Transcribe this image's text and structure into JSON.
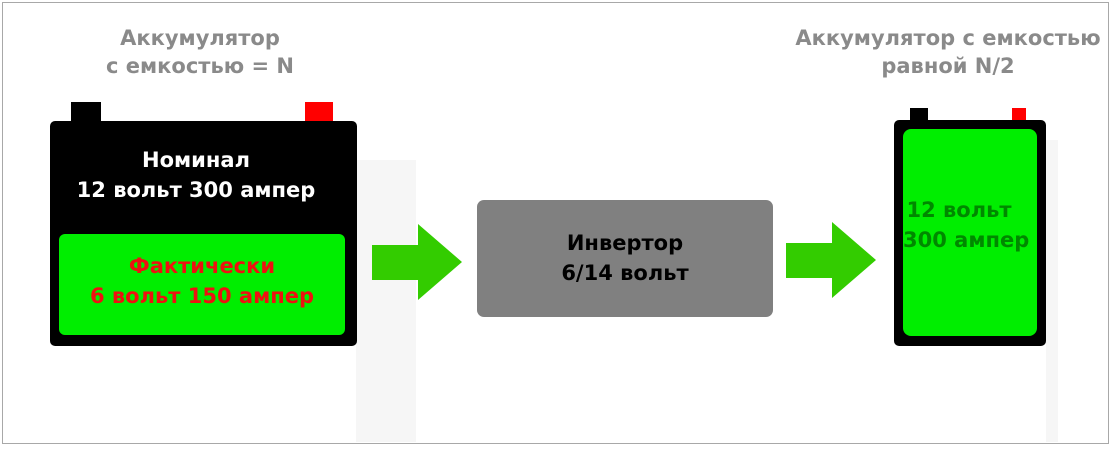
{
  "left_battery": {
    "caption": [
      "Аккумулятор",
      "с емкостью = N"
    ],
    "nominal": [
      "Номинал",
      "12 вольт 300 ампер"
    ],
    "actual": [
      "Фактически",
      "6 вольт 150 ампер"
    ]
  },
  "inverter": {
    "lines": [
      "Инвертор",
      "6/14 вольт"
    ]
  },
  "right_battery": {
    "caption": [
      "Аккумулятор с емкостью",
      "равной N/2"
    ],
    "value": [
      "12 вольт",
      "300 ампер"
    ]
  },
  "colors": {
    "battery_body": "#000000",
    "charge_fill": "#00ee00",
    "actual_text": "#ee1111",
    "right_text": "#008800",
    "inverter": "#808080",
    "arrow": "#33cc00",
    "caption": "#8a8a8a",
    "positive_terminal": "#ff0000"
  },
  "icons": [
    "battery-icon",
    "arrow-right-icon"
  ]
}
